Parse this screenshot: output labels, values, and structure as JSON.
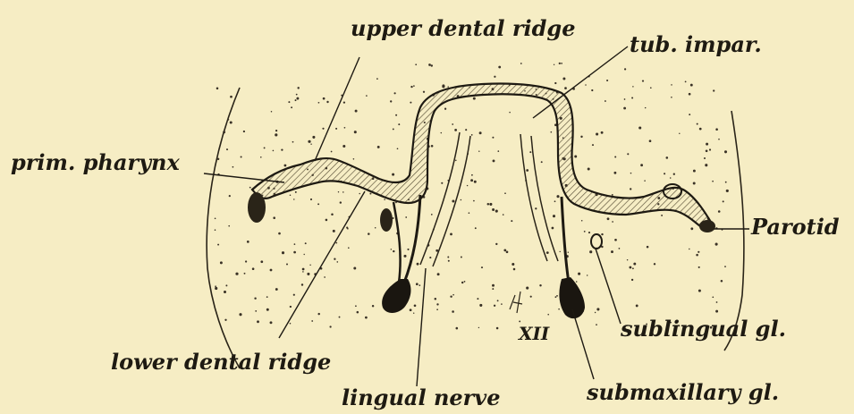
{
  "labels": {
    "upper_dental_ridge": "upper dental ridge",
    "tub_impar": "tub. impar.",
    "prim_pharynx": "prim. pharynx",
    "parotid": "Parotid",
    "sublingual_gl": "sublingual gl.",
    "xii": "XII",
    "lower_dental_ridge": "lower dental ridge",
    "submaxillary_gl": "submaxillary gl.",
    "lingual_nerve": "lingual nerve"
  },
  "colors": {
    "background": "#f6edc4",
    "ink": "#1e1a12",
    "epithelium_fill": "#c9bd92"
  }
}
